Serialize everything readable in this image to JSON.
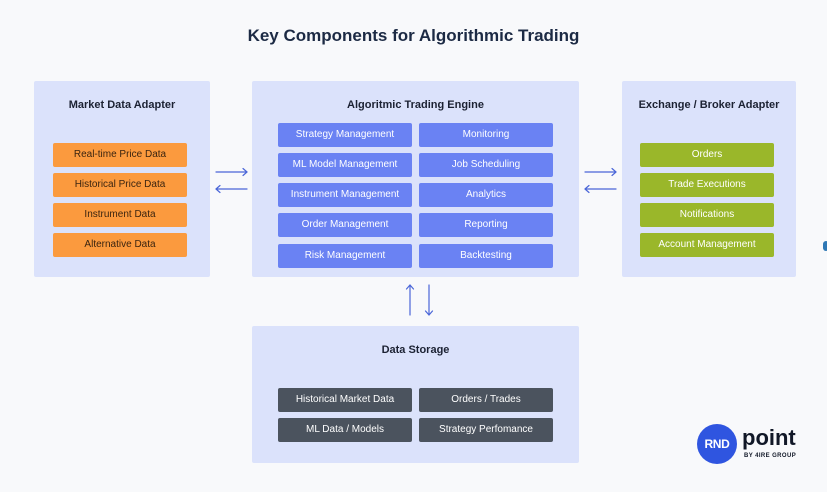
{
  "title": "Key Components for Algorithmic Trading",
  "market_adapter": {
    "title": "Market Data Adapter",
    "items": [
      "Real-time Price Data",
      "Historical Price Data",
      "Instrument Data",
      "Alternative Data"
    ]
  },
  "engine": {
    "title": "Algoritmic Trading Engine",
    "left_items": [
      "Strategy Management",
      "ML Model Management",
      "Instrument Management",
      "Order Management",
      "Risk Management"
    ],
    "right_items": [
      "Monitoring",
      "Job Scheduling",
      "Analytics",
      "Reporting",
      "Backtesting"
    ]
  },
  "exchange_adapter": {
    "title": "Exchange / Broker Adapter",
    "items": [
      "Orders",
      "Trade Executions",
      "Notifications",
      "Account Management"
    ]
  },
  "storage": {
    "title": "Data Storage",
    "items": [
      "Historical Market Data",
      "Orders / Trades",
      "ML Data / Models",
      "Strategy Perfomance"
    ]
  },
  "logo": {
    "badge": "RND",
    "word": "point",
    "sub": "BY 4IRE GROUP"
  },
  "colors": {
    "panel": "#dbe2fb",
    "orange": "#fb9a3e",
    "blue": "#6a82f3",
    "green": "#9ab72a",
    "dark": "#4b535e",
    "arrow": "#4a66d8",
    "logo": "#2f55e0"
  }
}
